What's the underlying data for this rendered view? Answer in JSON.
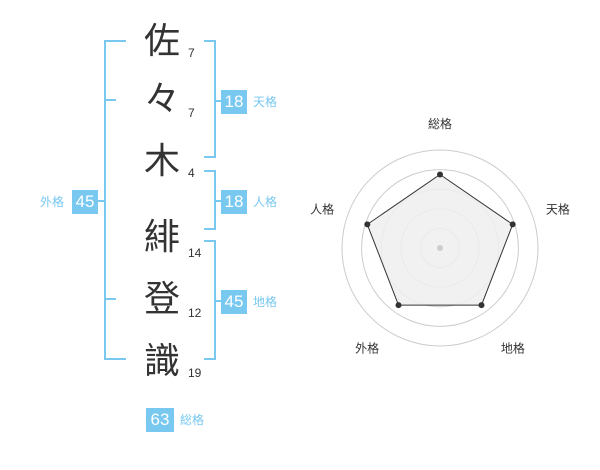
{
  "name": {
    "chars": [
      {
        "char": "佐",
        "strokes": "7"
      },
      {
        "char": "々",
        "strokes": "7"
      },
      {
        "char": "木",
        "strokes": "4"
      },
      {
        "char": "緋",
        "strokes": "14"
      },
      {
        "char": "登",
        "strokes": "12"
      },
      {
        "char": "識",
        "strokes": "19"
      }
    ]
  },
  "fortune": {
    "tenkaku": {
      "value": "18",
      "label": "天格"
    },
    "jinkaku": {
      "value": "18",
      "label": "人格"
    },
    "chikaku": {
      "value": "45",
      "label": "地格"
    },
    "gaikaku": {
      "value": "45",
      "label": "外格"
    },
    "soukaku": {
      "value": "63",
      "label": "総格"
    }
  },
  "colors": {
    "accent": "#78c8f0",
    "text": "#333333",
    "radar_fill": "#eeeeee",
    "radar_ring": "#cccccc"
  },
  "chart_data": {
    "type": "radar",
    "axes": [
      "総格",
      "天格",
      "地格",
      "外格",
      "人格"
    ],
    "values": [
      0.75,
      0.78,
      0.72,
      0.72,
      0.78
    ],
    "max": 1
  }
}
